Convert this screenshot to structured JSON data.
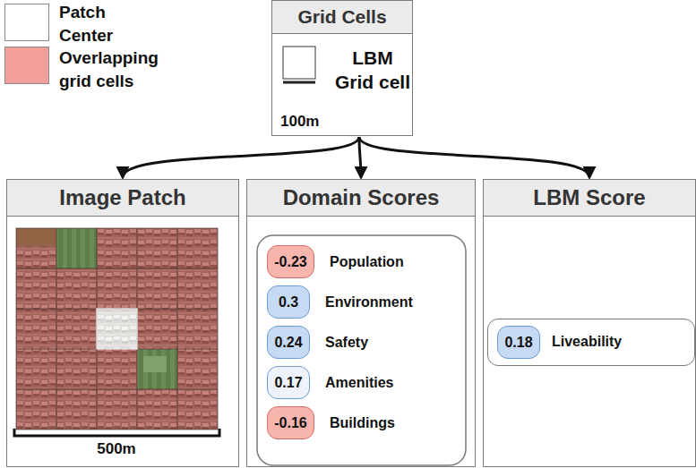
{
  "diagram": {
    "nodes": [
      {
        "text": [
          "Grid Cells",
          "LBM Grid cell"
        ]
      },
      {
        "text": [
          "Image Patch"
        ]
      },
      {
        "text": [
          "Domain Scores"
        ]
      },
      {
        "text": [
          "-0.23",
          "Population"
        ],
        "in": 2
      },
      {
        "text": [
          "0.3",
          "Environment"
        ],
        "in": 2
      },
      {
        "text": [
          "0.24",
          "Safety"
        ],
        "in": 2
      },
      {
        "text": [
          "0.17",
          "Amenities"
        ],
        "in": 2
      },
      {
        "text": [
          "-0.16",
          "Buildings"
        ],
        "in": 2
      },
      {
        "text": [
          "LBM Score"
        ]
      },
      {
        "text": [
          "Liveability"
        ],
        "in": 8
      },
      {
        "text": [
          "0.18"
        ],
        "in": 9
      }
    ],
    "edges": [
      {
        "from": 0,
        "to": 1,
        "arrow": "to"
      },
      {
        "from": 0,
        "to": 2,
        "arrow": "to"
      },
      {
        "from": 0,
        "to": 8,
        "arrow": "to"
      }
    ],
    "labels": [
      "100m",
      "500m"
    ],
    "legend": [
      {
        "text": "Patch Center",
        "color": "#ffffff"
      },
      {
        "text": "Overlapping grid cells",
        "color": "#f4a09a"
      }
    ]
  }
}
